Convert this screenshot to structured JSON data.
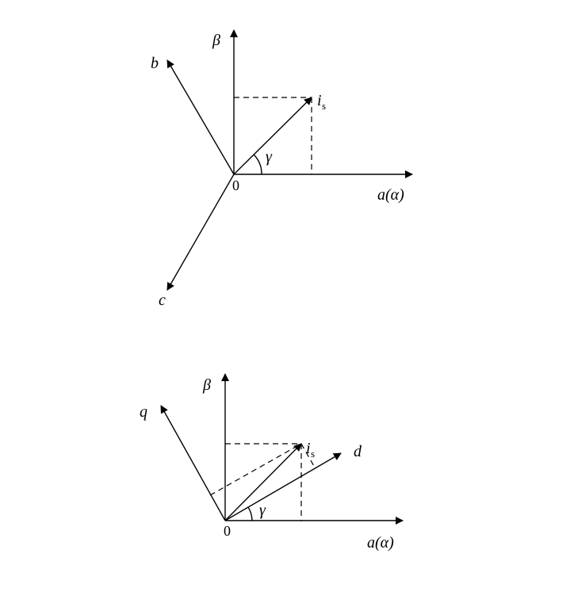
{
  "diagram_abc": {
    "beta": "β",
    "b": "b",
    "c": "c",
    "origin": "0",
    "alpha_axis": "a(α)",
    "current_main": "i",
    "current_sub": "s",
    "angle": "γ"
  },
  "diagram_dq": {
    "beta": "β",
    "q": "q",
    "d": "d",
    "origin": "0",
    "alpha_axis": "a(α)",
    "current_main": "i",
    "current_sub": "s",
    "angle": "γ"
  }
}
